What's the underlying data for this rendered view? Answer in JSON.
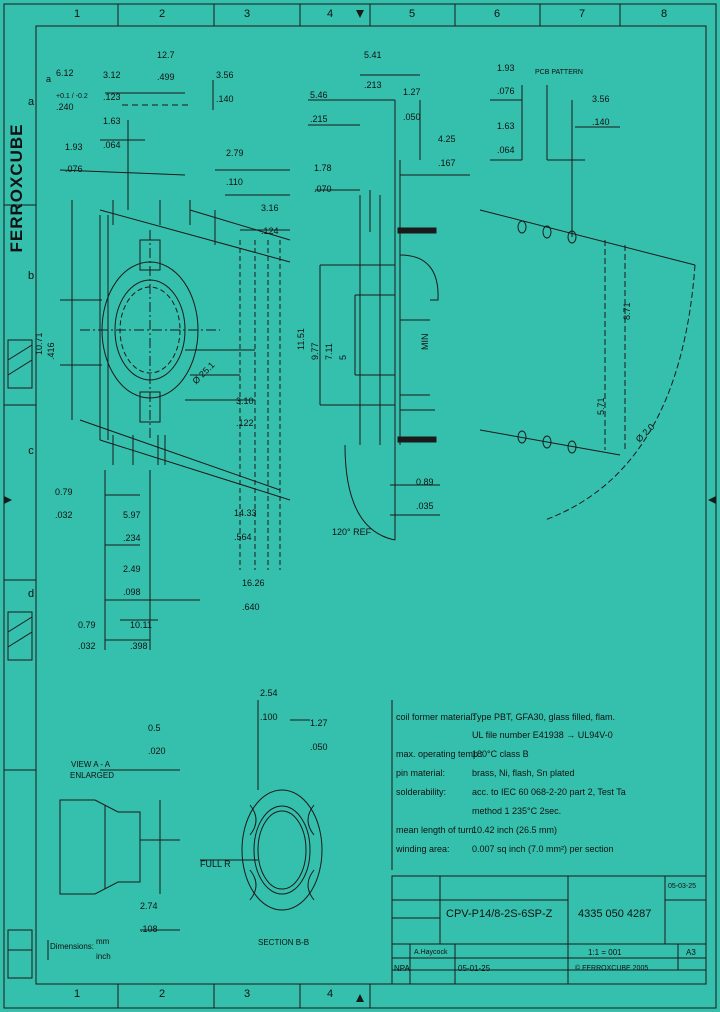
{
  "brand": "FERROXCUBE",
  "grid": {
    "columns": [
      "1",
      "2",
      "3",
      "4",
      "5",
      "6",
      "7",
      "8"
    ],
    "rows": [
      "a",
      "b",
      "c",
      "d"
    ]
  },
  "dims_left": {
    "d1_top": "6.12",
    "d1_tol": "+0.1 / -0.2",
    "d1_bot": ".240",
    "d2_top": "3.12",
    "d2_bot": ".123",
    "d3_top": "1.63",
    "d3_bot": ".064",
    "d4_top": "1.93",
    "d4_bot": ".076",
    "d5_top": "12.7",
    "d5_bot": ".499",
    "d6_top": "3.56",
    "d6_bot": ".140",
    "d7_top": "2.79",
    "d7_bot": ".110",
    "d8_top": "3.16",
    "d8_bot": ".124",
    "d9_top": "3.10",
    "d9_bot": ".122",
    "d10_top": "14.33",
    "d10_bot": ".564",
    "d11_top": "16.26",
    "d11_bot": ".640",
    "d12_top": "0.79",
    "d12_bot": ".032",
    "d13_top": "5.97",
    "d13_bot": ".234",
    "d14_top": "2.49",
    "d14_bot": ".098",
    "d15_top": "0.79",
    "d15_bot": ".032",
    "d16_top": "10.11",
    "d16_bot": ".398",
    "vert1": "10.71",
    "vert1_b": ".416",
    "diam": "Ø 25.1",
    "label_a": "a"
  },
  "dims_mid": {
    "m1_top": "5.41",
    "m1_bot": ".213",
    "m2_top": "5.46",
    "m2_bot": ".215",
    "m3_top": "1.27",
    "m3_bot": ".050",
    "m4_top": "4.25",
    "m4_bot": ".167",
    "m5_top": "1.78",
    "m5_bot": ".070",
    "v1": "11.51",
    "v2": "9.77",
    "v3": "7.11",
    "v4": "5",
    "min": "MIN",
    "m6_top": "0.89",
    "m6_bot": ".035",
    "ref": "120° REF"
  },
  "dims_right": {
    "title": "PCB PATTERN",
    "r1_top": "1.93",
    "r1_bot": ".076",
    "r2_top": "3.56",
    "r2_bot": ".140",
    "r3_top": "1.63",
    "r3_bot": ".064",
    "r4": "8.71",
    "r5": "5.71",
    "r6": "Ø 2.0"
  },
  "detail": {
    "view_label": "VIEW A - A",
    "enlarged": "ENLARGED",
    "c1_top": "0.5",
    "c1_bot": ".020",
    "c2_top": "2.74",
    "c2_bot": ".108",
    "section_label": "SECTION B-B",
    "s1_top": "2.54",
    "s1_bot": ".100",
    "s2_top": "1.27",
    "s2_bot": ".050",
    "full_r": "FULL R"
  },
  "notes": [
    {
      "label": "coil former material:",
      "value": "Type PBT, GFA30, glass filled, flam."
    },
    {
      "label": "",
      "value": "UL file number E41938 → UL94V-0"
    },
    {
      "label": "max. operating temp.:",
      "value": "180°C class B"
    },
    {
      "label": "pin material:",
      "value": "brass, Ni, flash, Sn plated"
    },
    {
      "label": "solderability:",
      "value": "acc. to IEC 60 068-2-20 part 2, Test Ta"
    },
    {
      "label": "",
      "value": "method 1 235°C 2sec."
    },
    {
      "label": "mean length of turn:",
      "value": "10.42 inch (26.5 mm)"
    },
    {
      "label": "winding area:",
      "value": "0.007 sq inch (7.0 mm²) per section"
    }
  ],
  "titleblock": {
    "part_name": "CPV-P14/8-2S-6SP-Z",
    "part_number": "4335 050 4287",
    "scale": "1:1 = 001",
    "size": "A3",
    "date": "05-01-25",
    "revision": "05-03-25",
    "copyright": "© FERROXCUBE 2005",
    "dims_note": "Dimensions:",
    "dims_mm": "mm",
    "dims_inch": "inch",
    "mark": "NPA",
    "approved": "A.Haycock"
  }
}
